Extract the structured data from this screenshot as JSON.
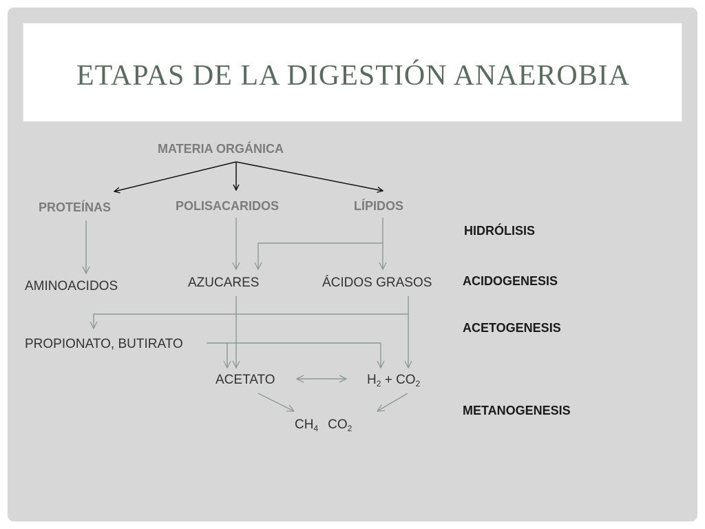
{
  "title": "ETAPAS DE LA DIGESTIÓN ANAEROBIA",
  "nodes": {
    "materia_organica": "MATERIA ORGÁNICA",
    "proteinas": "PROTEÍNAS",
    "polisacaridos": "POLISACARIDOS",
    "lipidos": "LÍPIDOS",
    "aminoacidos": "AMINOACIDOS",
    "azucares": "AZUCARES",
    "acidos_grasos": "ÁCIDOS GRASOS",
    "propionato_butirato": "PROPIONATO, BUTIRATO",
    "acetato": "ACETATO",
    "h2": "H",
    "h2_sub": "2",
    "plus_co2": " + CO",
    "co2_sub": "2",
    "ch4": "CH",
    "ch4_sub": "4",
    "co2_final": "CO",
    "co2_final_sub": "2"
  },
  "stages": {
    "hidrolisis": "HIDRÓLISIS",
    "acidogenesis": "ACIDOGENESIS",
    "acetogenesis": "ACETOGENESIS",
    "metanogenesis": "METANOGENESIS"
  },
  "colors": {
    "slide_background": "#d7d7d7",
    "title_color": "#5a6b60",
    "arrow_black": "#111111",
    "arrow_gray": "#8c9a92"
  }
}
